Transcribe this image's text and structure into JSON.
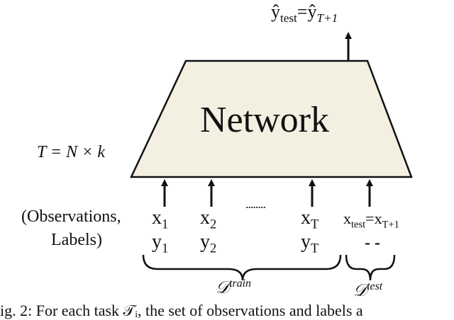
{
  "output": {
    "y_hat": "ŷ",
    "test_sub": "test",
    "equals": "=",
    "y_hat2": "ŷ",
    "T_plus_1_sub": "T+1"
  },
  "network": {
    "label": "Network"
  },
  "task_size": {
    "text": "T = N × k"
  },
  "inputs": {
    "row_label_line1": "(Observations,",
    "row_label_line2": "Labels)",
    "ellipsis": "........",
    "columns": [
      {
        "x_main": "x",
        "x_sub": "1",
        "y_main": "y",
        "y_sub": "1"
      },
      {
        "x_main": "x",
        "x_sub": "2",
        "y_main": "y",
        "y_sub": "2"
      },
      {
        "x_main": "x",
        "x_sub": "T",
        "y_main": "y",
        "y_sub": "T"
      }
    ],
    "test_column": {
      "x_main": "x",
      "x_sub": "test",
      "equals": "=",
      "x_main2": "x",
      "x_sub2": "T+1",
      "y_placeholder": "- -"
    }
  },
  "braces": {
    "train_label_main": "𝒟",
    "train_label_sup": "train",
    "test_label_main": "𝒟",
    "test_label_sup": "test"
  },
  "caption": {
    "text": "ig. 2: For each task 𝒯ᵢ, the set of observations and labels a"
  },
  "colors": {
    "network_fill": "#f3efe1",
    "stroke": "#111111"
  }
}
